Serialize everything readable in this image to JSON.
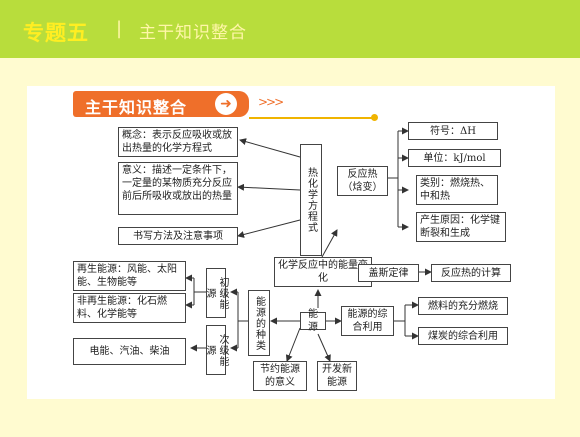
{
  "header": {
    "title": "专题五",
    "separator": "|",
    "subtitle": "主干知识整合"
  },
  "tag": {
    "label": "主干知识整合",
    "arrows": ">>>"
  },
  "nodes": {
    "concept": "概念：表示反应吸收或放出热量的化学方程式",
    "meaning": "意义：描述一定条件下，一定量的某物质充分反应前后所吸收或放出的热量",
    "writing": "书写方法及注意事项",
    "thermo_eq": "热化学方程式",
    "reaction_heat": "反应热（焓变）",
    "symbol": "符号：ΔH",
    "unit": "单位：kJ/mol",
    "category": "类别：燃烧热、中和热",
    "cause": "产生原因：化学键断裂和生成",
    "energy_change": "化学反应中的能量变化",
    "hess": "盖斯定律",
    "calc": "反应热的计算",
    "renewable": "再生能源：风能、太阳能、生物能等",
    "nonrenewable": "非再生能源：化石燃料、化学能等",
    "primary": "初级能源",
    "secondary_items": "电能、汽油、柴油",
    "secondary": "次级能源",
    "energy_types": "能源的种类",
    "energy": "能源",
    "comprehensive": "能源的综合利用",
    "full_combustion": "燃料的充分燃烧",
    "coal_use": "煤炭的综合利用",
    "save": "节约能源的意义",
    "develop": "开发新能源"
  }
}
